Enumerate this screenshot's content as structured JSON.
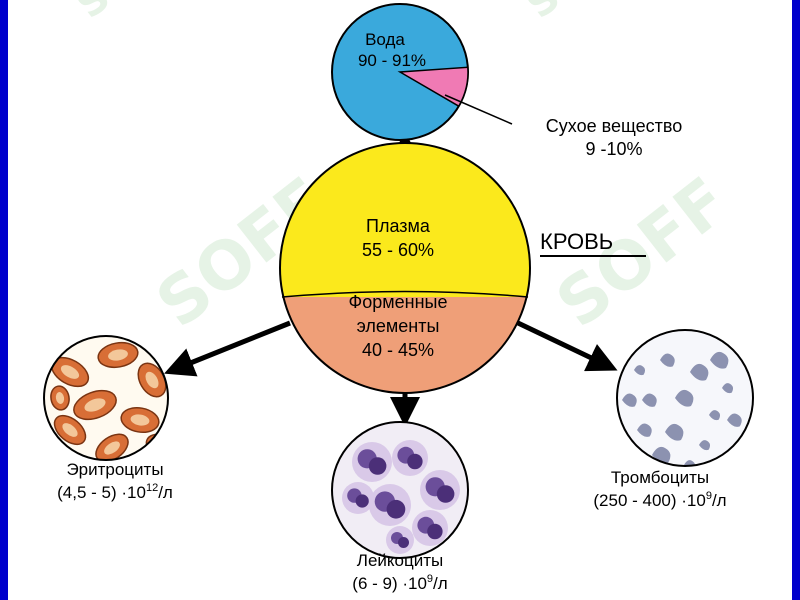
{
  "title": "КРОВЬ",
  "plasma": {
    "name": "Плазма",
    "value": "55 - 60%"
  },
  "formed": {
    "line1": "Форменные",
    "line2": "элементы",
    "value": "40 - 45%"
  },
  "water": {
    "name": "Вода",
    "value": "90 - 91%",
    "fraction": 0.905
  },
  "dry": {
    "name": "Сухое вещество",
    "value": "9 -10%"
  },
  "erythrocytes": {
    "name": "Эритроциты",
    "value_prefix": "(4,5 - 5) ·10",
    "exp": "12",
    "unit": "/л"
  },
  "leukocytes": {
    "name": "Лейкоциты",
    "value_prefix": "(6 - 9) ·10",
    "exp": "9",
    "unit": "/л"
  },
  "platelets": {
    "name": "Тромбоциты",
    "value_prefix": "(250 - 400) ·10",
    "exp": "9",
    "unit": "/л"
  },
  "watermark": "SOFF",
  "colors": {
    "water": "#3aa9dc",
    "dry": "#f07ab4",
    "plasma": "#fbe91c",
    "formed": "#ef9f78",
    "frame": "#0000cc",
    "rbc": "#d86e36",
    "wbc": "#6b4e9a",
    "platelet": "#8c92b0"
  }
}
